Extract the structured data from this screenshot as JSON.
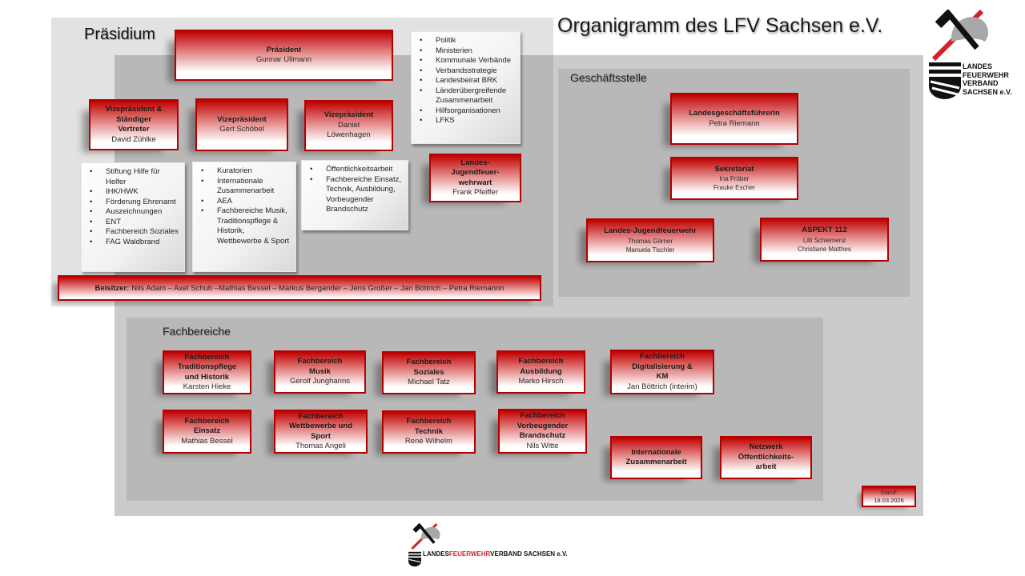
{
  "title": "Organigramm des LFV Sachsen e.V.",
  "logo": {
    "lines": [
      "LANDES",
      "FEUERWEHR",
      "VERBAND",
      "SACHSEN e.V."
    ],
    "brand_red": "#d8202a",
    "helmet_gray": "#a8a8a8"
  },
  "sections": {
    "praesidium": "Präsidium",
    "geschaeftsstelle": "Geschäftsstelle",
    "fachbereiche": "Fachbereiche"
  },
  "praesidium": {
    "president": {
      "title": "Präsident",
      "name": "Gunnar Ullmann"
    },
    "vp1": {
      "title": "Vizepräsident & Ständiger Vertreter",
      "name": "David Zühlke"
    },
    "vp2": {
      "title": "Vizepräsident",
      "name": "Gert Schöbel"
    },
    "vp3": {
      "title": "Vizepräsident",
      "name": "Daniel Löwenhagen"
    },
    "jugendwart": {
      "title": "Landes-Jugendfeuer-wehrwart",
      "name": "Frank Pfeiffer"
    },
    "president_list": [
      "Politik",
      "Ministerien",
      "Kommunale Verbände",
      "Verbandsstrategie",
      "Landesbeirat BRK",
      "Länderübergreifende Zusammenarbeit",
      "Hilfsorganisationen",
      "LFKS"
    ],
    "vp1_list": [
      "Stiftung Hilfe für Helfer",
      "IHK/HWK",
      "Förderung Ehrenamt",
      "Auszeichnungen",
      "ENT",
      "Fachbereich Soziales",
      "FAG Waldbrand"
    ],
    "vp2_list": [
      "Kuratorien",
      "Internationale Zusammenarbeit",
      "AEA",
      "Fachbereiche Musik, Traditionspflege & Historik, Wettbewerbe & Sport"
    ],
    "vp3_list": [
      "Öffentlichkeitsarbeit",
      "Fachbereiche Einsatz, Technik, Ausbildung, Vorbeugender Brandschutz"
    ],
    "beisitzer_label": "Beisitzer:",
    "beisitzer_names": "Nils Adam – Axel Schuh –Mathias Bessel – Markus Bergander – Jens Großer – Jan Böttrich – Petra Riemannn"
  },
  "geschaeftsstelle": {
    "lgf": {
      "title": "Landesgeschäftsführerin",
      "names": [
        "Petra Riemann"
      ]
    },
    "sekretariat": {
      "title": "Sekretariat",
      "names": [
        "Ina Fröber",
        "Frauke Escher"
      ]
    },
    "ljf": {
      "title": "Landes-Jugendfeuerwehr",
      "names": [
        "Thomas Görner",
        "Manuela Tischler"
      ]
    },
    "aspekt": {
      "title": "ASPEKT 112",
      "names": [
        "Lilli Schiemenz",
        "Christiane Matthes"
      ]
    }
  },
  "fachbereiche": [
    {
      "title": "Fachbereich Traditionspflege und Historik",
      "name": "Karsten Hieke"
    },
    {
      "title": "Fachbereich Musik",
      "name": "Gerolf Junghanns"
    },
    {
      "title": "Fachbereich Soziales",
      "name": "Michael Tatz"
    },
    {
      "title": "Fachbereich Ausbildung",
      "name": "Marko Hirsch"
    },
    {
      "title": "Fachbereich Digitalisierung & KM",
      "name": "Jan Böttrich (interim)"
    },
    {
      "title": "Fachbereich Einsatz",
      "name": "Mathias Bessel"
    },
    {
      "title": "Fachbereich Wettbewerbe und Sport",
      "name": "Thomas Angeli"
    },
    {
      "title": "Fachbereich Technik",
      "name": "René Wilhelm"
    },
    {
      "title": "Fachbereich Vorbeugender Brandschutz",
      "name": "Nils Witte"
    },
    {
      "title": "Internationale Zusammenarbeit",
      "name": ""
    },
    {
      "title": "Netzwerk Öffentlichkeits-arbeit",
      "name": ""
    }
  ],
  "stand": {
    "label": "Stand:",
    "date": "18.03.2026"
  },
  "footer_logo": {
    "part1": "LANDES",
    "part2": "FEUERWEHR",
    "part3": "VERBAND SACHSEN e.V."
  }
}
